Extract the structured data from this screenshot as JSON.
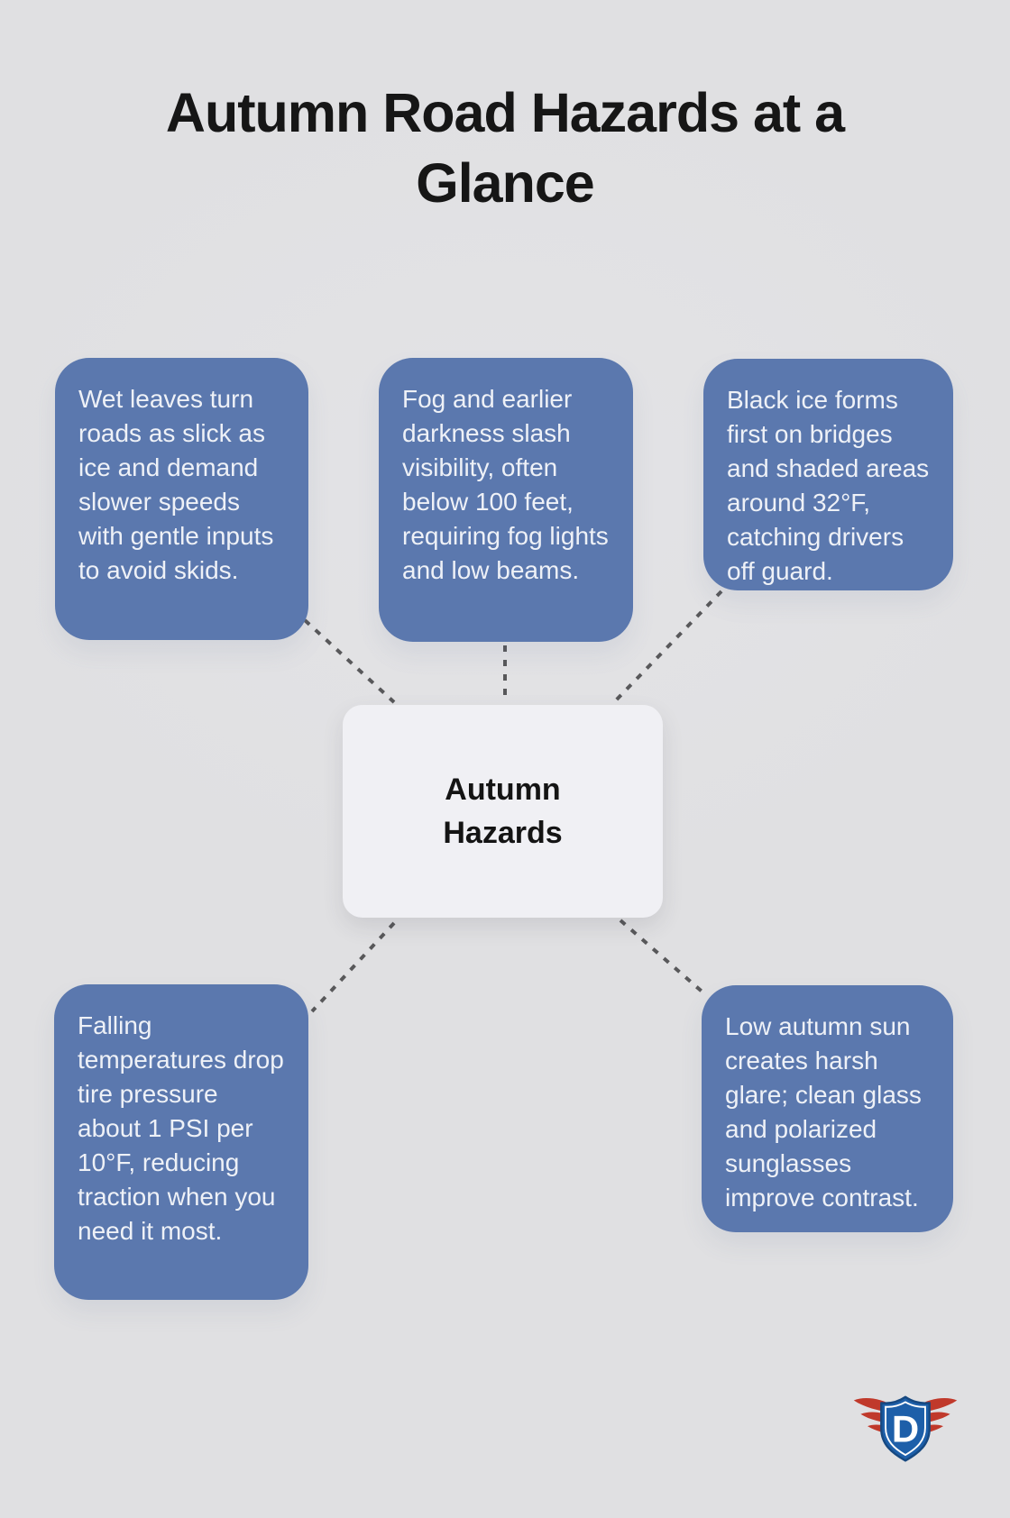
{
  "title": "Autumn Road Hazards at a\nGlance",
  "center_node": {
    "label": "Autumn\nHazards"
  },
  "hazards": [
    {
      "id": "wet-leaves",
      "text": "Wet leaves turn roads as slick as ice and demand slower speeds with gentle inputs to avoid skids."
    },
    {
      "id": "fog-darkness",
      "text": "Fog and earlier darkness slash visibility, often below 100 feet, requiring fog lights and low beams."
    },
    {
      "id": "black-ice",
      "text": "Black ice forms first on bridges and shaded areas around 32°F, catching drivers off guard."
    },
    {
      "id": "tire-pressure",
      "text": "Falling temperatures drop tire pressure about 1 PSI per 10°F, reducing traction when you need it most."
    },
    {
      "id": "sun-glare",
      "text": "Low autumn sun creates harsh glare; clean glass and polarized sunglasses improve contrast."
    }
  ],
  "logo": {
    "letter": "D"
  },
  "colors": {
    "background": "#e0e0e2",
    "hazard_box": "#5b78ae",
    "hazard_text": "#eef1f7",
    "center_box": "#f0f0f4",
    "center_text": "#141414",
    "title_text": "#161616",
    "connector": "#58585a",
    "logo_blue": "#1d5fa9",
    "logo_blue_dark": "#164880",
    "logo_red": "#c0392b"
  }
}
